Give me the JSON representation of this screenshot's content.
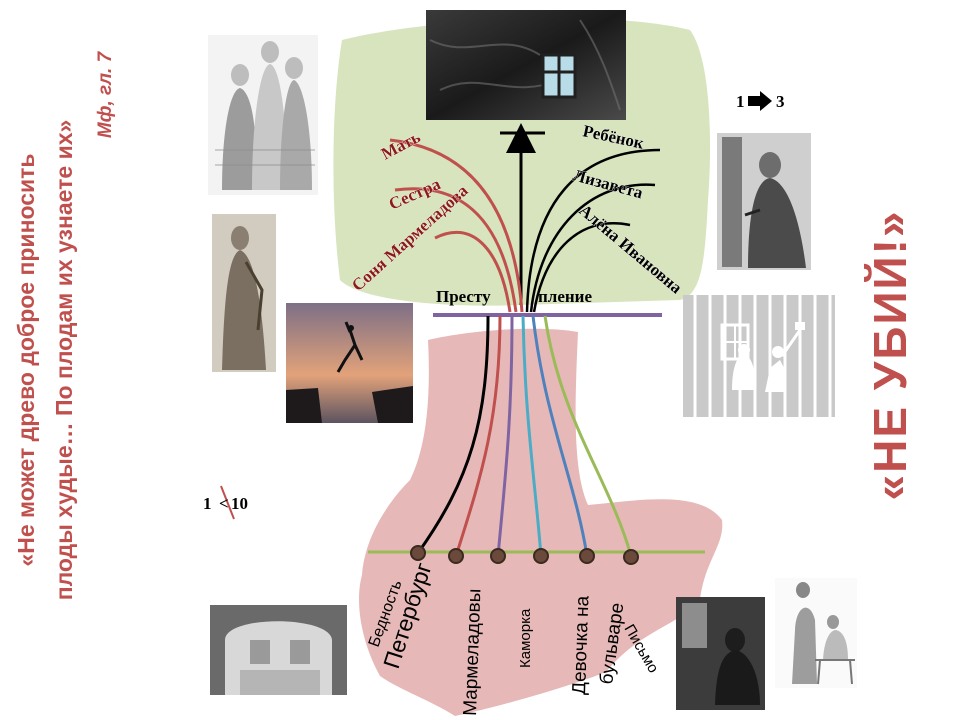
{
  "quote": {
    "line1": "«Не может древо доброе приносить",
    "line2": "плоды худые… По плодам их узнаете их»"
  },
  "source": "Мф, гл. 7",
  "commandment": "«НЕ УБИЙ!»",
  "crime": {
    "left": "Престу",
    "right": "пление"
  },
  "branches": [
    {
      "label": "Мать",
      "color": "#c0504d"
    },
    {
      "label": "Сестра",
      "color": "#c0504d"
    },
    {
      "label": "Соня Мармеладова",
      "color": "#c0504d"
    },
    {
      "label": "Ребёнок",
      "color": "#000000"
    },
    {
      "label": "Лизавета",
      "color": "#000000"
    },
    {
      "label": "Алёна Ивановна",
      "color": "#000000"
    }
  ],
  "roots": [
    {
      "label": "Бедность",
      "color": "#000000"
    },
    {
      "label": "Петербург",
      "color": "#c0504d"
    },
    {
      "label": "Мармеладовы",
      "color": "#8064a2"
    },
    {
      "label": "Каморка",
      "color": "#4bacc6"
    },
    {
      "label": "Девочка на",
      "label2": "бульваре",
      "color": "#4f81bd"
    },
    {
      "label": "Письмо",
      "color": "#9bbb59"
    }
  ],
  "ratios": {
    "top": {
      "left": "1",
      "right": "3"
    },
    "bottom": {
      "left": "1",
      "sign": "<",
      "right": "10"
    }
  },
  "colors": {
    "crown": "#d7e4bd",
    "roots": "#e6b9b8",
    "accent": "#c0504d",
    "baseline": "#9bbb59",
    "crossbar": "#8064a2"
  }
}
